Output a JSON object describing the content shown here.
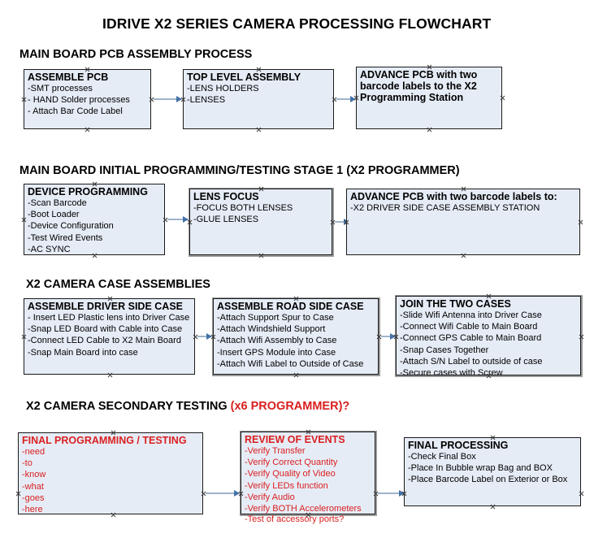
{
  "title": "IDRIVE X2  SERIES CAMERA PROCESSING FLOWCHART",
  "sections": [
    {
      "heading": "MAIN BOARD PCB ASSEMBLY PROCESS",
      "heading_red": "",
      "nodes": [
        {
          "name": "assemble-pcb",
          "title": "ASSEMBLE PCB",
          "items": [
            "-SMT processes",
            "- HAND Solder processes",
            "- Attach Bar Code Label"
          ],
          "color": "black"
        },
        {
          "name": "top-level-assembly",
          "title": "TOP LEVEL ASSEMBLY",
          "items": [
            "-LENS HOLDERS",
            "-LENSES"
          ],
          "color": "black"
        },
        {
          "name": "advance-pcb-programming-station",
          "title": "ADVANCE PCB with two barcode labels to the  X2 Programming Station",
          "items": [],
          "color": "black"
        }
      ]
    },
    {
      "heading": "MAIN BOARD INITIAL PROGRAMMING/TESTING STAGE 1 (X2 PROGRAMMER)",
      "heading_red": "",
      "nodes": [
        {
          "name": "device-programming",
          "title": "DEVICE PROGRAMMING",
          "items": [
            "-Scan Barcode",
            "-Boot Loader",
            "-Device Configuration",
            "-Test Wired Events",
            "-AC SYNC"
          ],
          "color": "black"
        },
        {
          "name": "lens-focus",
          "title": "LENS FOCUS",
          "items": [
            "-FOCUS BOTH LENSES",
            "-GLUE LENSES"
          ],
          "color": "black"
        },
        {
          "name": "advance-pcb-driver-side-case",
          "title": "ADVANCE PCB with two barcode labels to:",
          "items": [
            "-X2 DRIVER  SIDE  CASE  ASSEMBLY STATION"
          ],
          "color": "black"
        }
      ]
    },
    {
      "heading": "X2 CAMERA CASE ASSEMBLIES",
      "heading_red": "",
      "nodes": [
        {
          "name": "assemble-driver-side-case",
          "title": "ASSEMBLE DRIVER SIDE CASE",
          "items": [
            "- Insert LED Plastic lens into Driver Case",
            "-Snap LED Board with Cable into Case",
            "-Connect LED Cable to X2 Main Board",
            "-Snap Main Board into case"
          ],
          "color": "black"
        },
        {
          "name": "assemble-road-side-case",
          "title": "ASSEMBLE ROAD SIDE CASE",
          "items": [
            "-Attach Support Spur to Case",
            "-Attach Windshield Support",
            "-Attach Wifi Assembly to Case",
            "-Insert GPS Module into Case",
            "-Attach Wifi Label to Outside of Case"
          ],
          "color": "black"
        },
        {
          "name": "join-the-two-cases",
          "title": "JOIN THE TWO CASES",
          "items": [
            "-Slide Wifi Antenna into Driver Case",
            "-Connect Wifi Cable to Main Board",
            "-Connect GPS Cable to Main Board",
            "-Snap Cases Together",
            "-Attach S/N Label to outside of case",
            "-Secure cases with Screw"
          ],
          "color": "black"
        }
      ]
    },
    {
      "heading": "X2 CAMERA SECONDARY TESTING ",
      "heading_red": "(x6 PROGRAMMER)?",
      "nodes": [
        {
          "name": "final-programming-testing",
          "title": "FINAL PROGRAMMING / TESTING",
          "items": [
            "-need",
            "-to",
            "-know",
            "-what",
            "-goes",
            "-here"
          ],
          "color": "red"
        },
        {
          "name": "review-of-events",
          "title": "REVIEW OF EVENTS",
          "items": [
            "-Verify Transfer",
            "-Verify Correct Quantity",
            "-Verify Quality of Video",
            "-Verify LEDs function",
            "-Verify Audio",
            "-Verify BOTH Accelerometers"
          ],
          "overflow_item": "-Test of accessory ports?",
          "color": "red"
        },
        {
          "name": "final-processing",
          "title": "FINAL PROCESSING",
          "items": [
            "-Check Final Box",
            "-Place In Bubble wrap Bag and BOX",
            "-Place Barcode Label on Exterior or Box"
          ],
          "color": "black"
        }
      ]
    }
  ],
  "colors": {
    "box_fill": "#e6ecf6",
    "box_border": "#1a1a1a",
    "shadow": "#9a9a9a",
    "connector_line": "#9fb4cc",
    "connector_head": "#4472a8",
    "red_text": "#d92020",
    "black_text": "#000000"
  }
}
